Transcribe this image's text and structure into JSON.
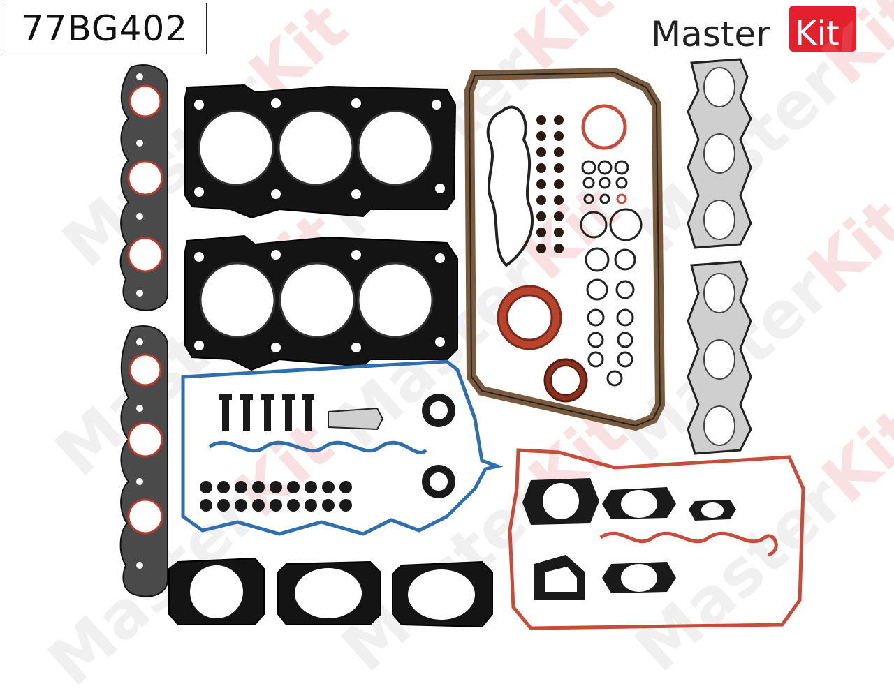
{
  "product": {
    "sku": "77BG402"
  },
  "brand": {
    "name_part1": "Master",
    "name_part2": "Kit",
    "accent": "#e4202e"
  },
  "watermark": {
    "text1": "Master",
    "text2": "Kit"
  },
  "colors": {
    "steel": "#1a1a1a",
    "fiber_outline": "#c0392b",
    "cork": "#7a5a3c",
    "valve_cover_blue": "#2f6fb0",
    "valve_cover_red": "#c94b3a",
    "exhaust_gasket": "#c9c9c9"
  }
}
